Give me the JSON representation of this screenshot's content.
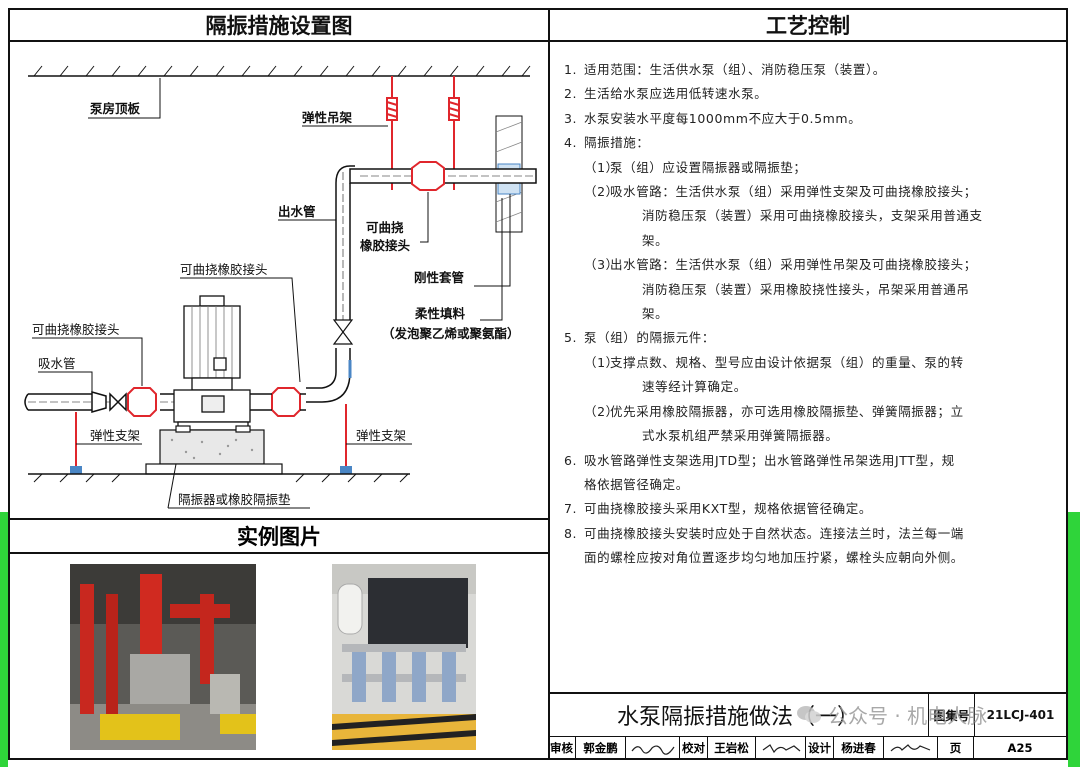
{
  "left_header": "隔振措施设置图",
  "right_header": "工艺控制",
  "diagram_labels": {
    "ceiling": "泵房顶板",
    "spring_hanger": "弹性吊架",
    "outlet_pipe": "出水管",
    "flex_joint_1": "可曲挠",
    "flex_joint_2": "橡胶接头",
    "rigid_sleeve": "刚性套管",
    "flex_rubber_top": "可曲挠橡胶接头",
    "flex_rubber_left": "可曲挠橡胶接头",
    "flexible_fill": "柔性填料",
    "fill_material": "（发泡聚乙烯或聚氨酯）",
    "inlet_pipe": "吸水管",
    "spring_support_left": "弹性支架",
    "spring_support_right": "弹性支架",
    "isolator": "隔振器或橡胶隔振垫"
  },
  "photos_header": "实例图片",
  "notes": [
    {
      "n": "1.",
      "text": "适用范围：生活供水泵（组）、消防稳压泵（装置）。"
    },
    {
      "n": "2.",
      "text": "生活给水泵应选用低转速水泵。"
    },
    {
      "n": "3.",
      "text": "水泵安装水平度每1000mm不应大于0.5mm。"
    },
    {
      "n": "4.",
      "text": "隔振措施："
    },
    {
      "n": "5.",
      "text": "泵（组）的隔振元件："
    },
    {
      "n": "6.",
      "text": "吸水管路弹性支架选用JTD型；出水管路弹性吊架选用JTT型，规",
      "cont": "格依据管径确定。"
    },
    {
      "n": "7.",
      "text": "可曲挠橡胶接头采用KXT型，规格依据管径确定。"
    },
    {
      "n": "8.",
      "text": "可曲挠橡胶接头安装时应处于自然状态。连接法兰时，法兰每一端",
      "cont": "面的螺栓应按对角位置逐步均匀地加压拧紧，螺栓头应朝向外侧。"
    }
  ],
  "sub4": [
    {
      "n": "（1）",
      "text": "泵（组）应设置隔振器或隔振垫；"
    },
    {
      "n": "（2）",
      "text": "吸水管路：生活供水泵（组）采用弹性支架及可曲挠橡胶接头；",
      "cont": "消防稳压泵（装置）采用可曲挠橡胶接头，支架采用普通支",
      "cont2": "架。"
    },
    {
      "n": "（3）",
      "text": "出水管路：生活供水泵（组）采用弹性吊架及可曲挠橡胶接头；",
      "cont": "消防稳压泵（装置）采用橡胶挠性接头，吊架采用普通吊",
      "cont2": "架。"
    }
  ],
  "sub5": [
    {
      "n": "（1）",
      "text": "支撑点数、规格、型号应由设计依据泵（组）的重量、泵的转",
      "cont": "速等经计算确定。"
    },
    {
      "n": "（2）",
      "text": "优先采用橡胶隔振器，亦可选用橡胶隔振垫、弹簧隔振器；立",
      "cont": "式水泵机组严禁采用弹簧隔振器。"
    }
  ],
  "title_block": {
    "title": "水泵隔振措施做法（一）",
    "atlas_label": "图集号",
    "atlas_no": "21LCJ-401",
    "page_label": "页",
    "page_no": "A25",
    "review_label": "审核",
    "reviewer": "郭金鹏",
    "check_label": "校对",
    "checker": "王岩松",
    "design_label": "设计",
    "designer": "杨进春"
  },
  "watermark": "公众号 · 机电人脉"
}
